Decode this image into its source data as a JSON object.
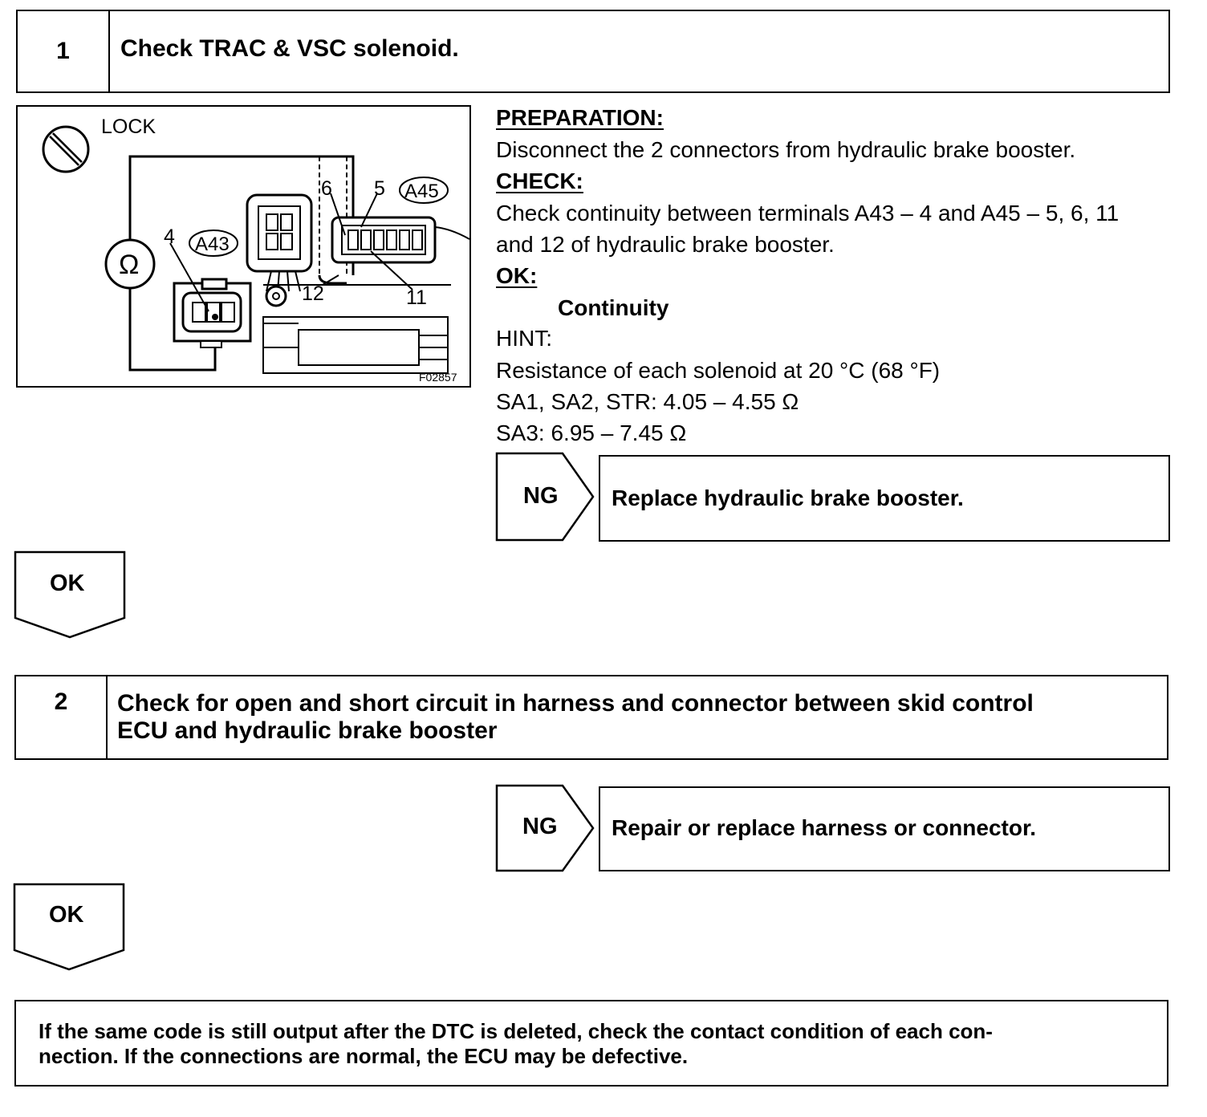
{
  "step1": {
    "number": "1",
    "title": "Check TRAC & VSC solenoid."
  },
  "illustration": {
    "lock_label": "LOCK",
    "terminal_4": "4",
    "connector_a43": "A43",
    "terminal_6": "6",
    "terminal_5": "5",
    "connector_a45": "A45",
    "terminal_12": "12",
    "terminal_11": "11",
    "figure_code": "F02857",
    "ohm_symbol": "Ω",
    "icons": [
      "ignition-lock-icon",
      "ohmmeter-icon"
    ]
  },
  "instructions": {
    "preparation_heading": "PREPARATION:",
    "preparation_text": "Disconnect the 2 connectors from hydraulic brake booster.",
    "check_heading": "CHECK:",
    "check_text_line1": "Check continuity between terminals A43 – 4 and A45 – 5, 6, 11",
    "check_text_line2": "and 12 of hydraulic brake booster.",
    "ok_heading": "OK:",
    "ok_value": "Continuity",
    "hint_heading": "HINT:",
    "hint_line1": "Resistance of each solenoid at 20 °C (68 °F)",
    "hint_line2": "SA1, SA2, STR: 4.05 – 4.55 Ω",
    "hint_line3": "SA3: 6.95 – 7.45 Ω"
  },
  "ng1": {
    "label": "NG",
    "action": "Replace hydraulic brake booster."
  },
  "ok1": {
    "label": "OK"
  },
  "step2": {
    "number": "2",
    "title_line1": "Check for open and short circuit in harness and connector between skid control",
    "title_line2": "ECU and hydraulic brake booster"
  },
  "ng2": {
    "label": "NG",
    "action": "Repair or replace harness or connector."
  },
  "ok2": {
    "label": "OK"
  },
  "final": {
    "line1": "If the same code is still output after the DTC is deleted, check the contact condition of each con-",
    "line2": "nection. If the connections are normal, the ECU may be defective."
  }
}
